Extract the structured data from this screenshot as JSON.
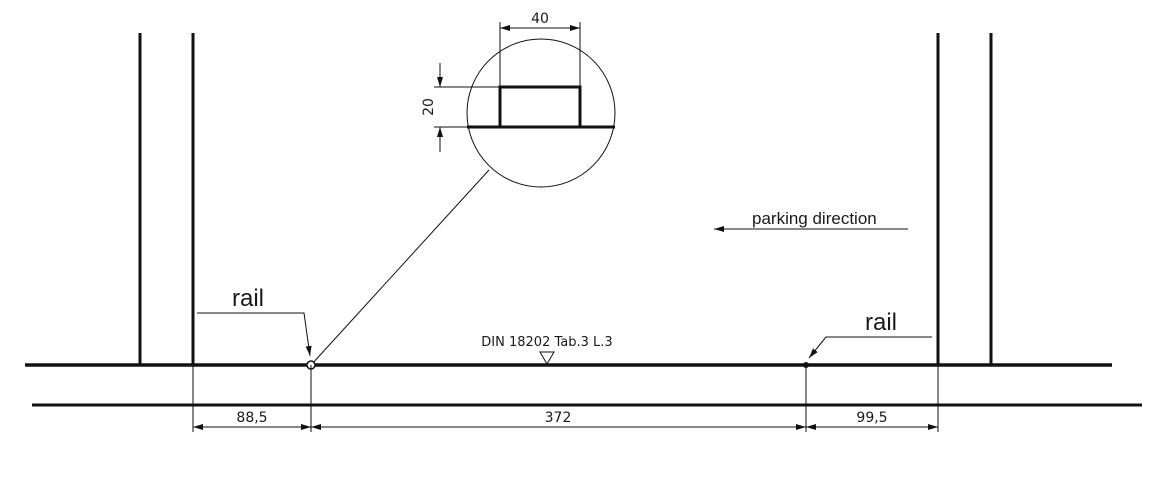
{
  "drawing": {
    "labels": {
      "rail_left": "rail",
      "rail_right": "rail",
      "parking_direction": "parking direction",
      "standard_ref": "DIN 18202 Tab.3 L.3"
    },
    "dimensions": {
      "left": "88,5",
      "middle": "372",
      "right": "99,5",
      "detail_width": "40",
      "detail_height": "20"
    }
  }
}
